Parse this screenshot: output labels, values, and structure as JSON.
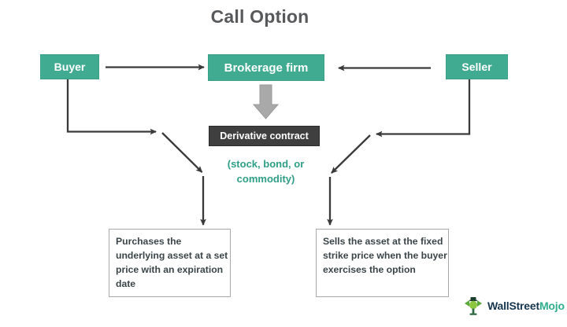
{
  "title": "Call Option",
  "nodes": {
    "buyer": "Buyer",
    "brokerage": "Brokerage firm",
    "seller": "Seller",
    "derivative": "Derivative contract"
  },
  "sub_label": "(stock, bond, or commodity)",
  "outcomes": {
    "left": "Purchases the underlying asset at a set price with an expiration date",
    "right": "Sells the asset at the fixed strike price when the buyer exercises the option"
  },
  "logo": {
    "part1": "WallStreet",
    "part2": "Mojo",
    "mark": "bull-figure-icon"
  },
  "colors": {
    "green_box": "#41ab92",
    "green_text": "#2f9e86",
    "dark_box": "#3f3f3f",
    "title_gray": "#58595b",
    "arrow_gray": "#3a3a3a",
    "block_arrow_gray": "#a8a8a8",
    "outcome_border": "#a6a8ab",
    "logo_navy": "#17364f",
    "logo_teal": "#2fae8e",
    "background": "#ffffff"
  },
  "connectors": [
    {
      "name": "buyer-to-brokerage",
      "from": "buyer",
      "to": "brokerage",
      "direction": "right"
    },
    {
      "name": "seller-to-brokerage",
      "from": "seller",
      "to": "brokerage",
      "direction": "left"
    },
    {
      "name": "brokerage-to-derivative",
      "from": "brokerage",
      "to": "derivative",
      "direction": "down"
    },
    {
      "name": "buyer-to-left-outcome",
      "from": "buyer",
      "to": "outcome-left",
      "direction": "down"
    },
    {
      "name": "seller-to-right-outcome",
      "from": "seller",
      "to": "outcome-right",
      "direction": "down"
    }
  ]
}
